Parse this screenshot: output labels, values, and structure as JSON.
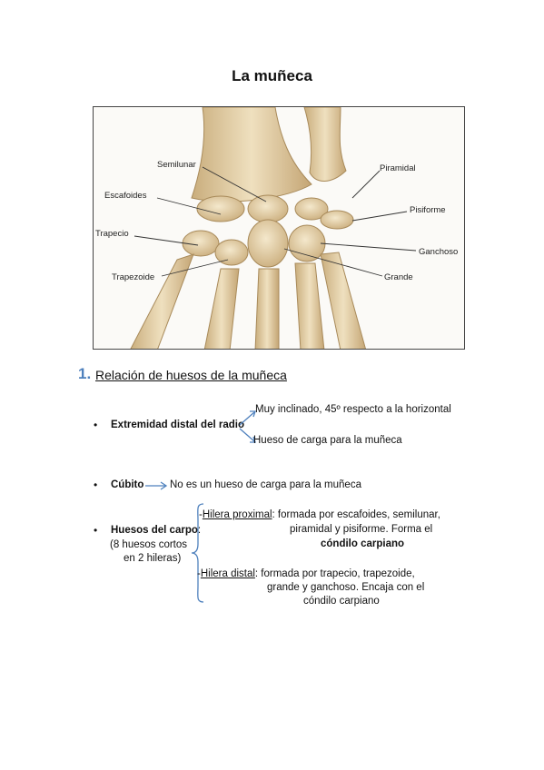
{
  "title": "La muñeca",
  "figure": {
    "labels": {
      "semilunar": "Semilunar",
      "piramidal": "Piramidal",
      "escafoides": "Escafoides",
      "pisiforme": "Pisiforme",
      "trapecio": "Trapecio",
      "ganchoso": "Ganchoso",
      "trapezoide": "Trapezoide",
      "grande": "Grande"
    },
    "colors": {
      "bone": "#e8d6b0",
      "bone_shadow": "#c9ad7c",
      "leader": "#333333"
    }
  },
  "section": {
    "number": "1.",
    "title": "Relación de huesos de la muñeca"
  },
  "items": {
    "radio": {
      "bullet": "•",
      "label": "Extremidad distal del radio",
      "branch1": "Muy inclinado, 45º respecto a la horizontal",
      "branch2": "Hueso de carga para la muñeca"
    },
    "cubito": {
      "bullet": "•",
      "label": "Cúbito",
      "text": "No es un hueso de carga para la muñeca"
    },
    "carpo": {
      "bullet": "•",
      "label": "Huesos del carpo",
      "colon": ":",
      "sub1": "(8 huesos cortos",
      "sub2": "en 2 hileras)",
      "proximal": {
        "prefix": "-",
        "label": "Hilera proximal",
        "line1": ": formada por escafoides, semilunar,",
        "line2": "piramidal y pisiforme. Forma el",
        "line3": "cóndilo carpiano"
      },
      "distal": {
        "prefix": "-",
        "label": "Hilera distal",
        "line1": ": formada por trapecio, trapezoide,",
        "line2": "grande y ganchoso. Encaja con el",
        "line3": "cóndilo carpiano"
      }
    },
    "arrow_color": "#4f81bd"
  }
}
